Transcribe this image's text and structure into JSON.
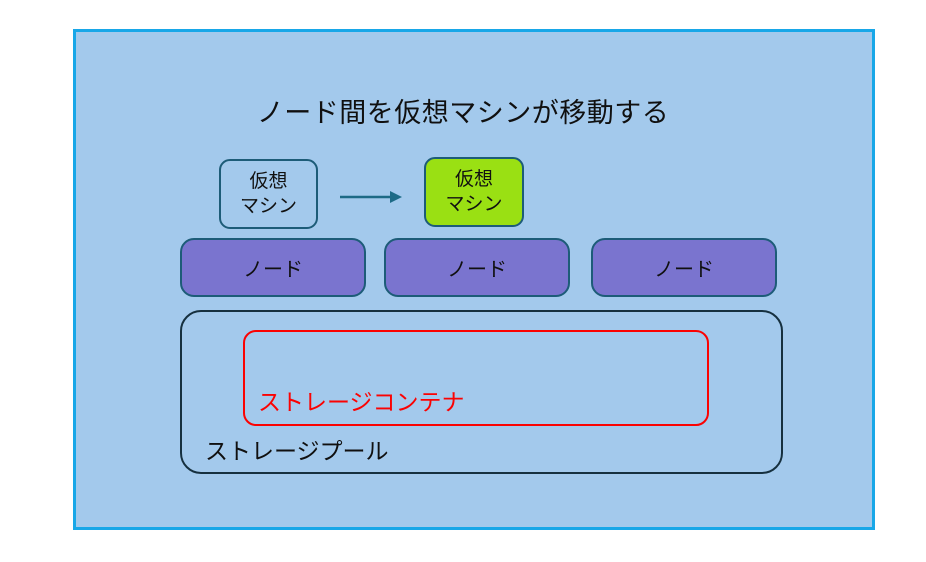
{
  "diagram": {
    "title": "ノード間を仮想マシンが移動する",
    "background_color": "#a3c9ec",
    "frame_border_color": "#18a7e8",
    "vms": [
      {
        "id": "vm-source",
        "line1": "仮想",
        "line2": "マシン",
        "fill": "transparent",
        "border": "#1d5c78"
      },
      {
        "id": "vm-target",
        "line1": "仮想",
        "line2": "マシン",
        "fill": "#9ae013",
        "border": "#1d5c78"
      }
    ],
    "arrow": {
      "label": "migration-arrow",
      "color": "#1d6a86"
    },
    "nodes": [
      {
        "label": "ノード",
        "fill": "#7a74cf"
      },
      {
        "label": "ノード",
        "fill": "#7a74cf"
      },
      {
        "label": "ノード",
        "fill": "#7a74cf"
      }
    ],
    "storage_pool": {
      "label": "ストレージプール",
      "border": "#16303f"
    },
    "storage_container": {
      "label": "ストレージコンテナ",
      "border": "#fb0202",
      "text_color": "#fb0202"
    }
  }
}
